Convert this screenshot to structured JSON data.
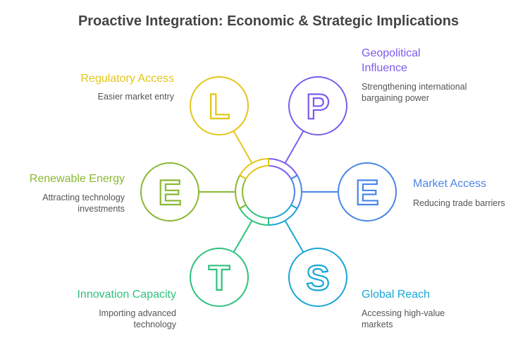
{
  "title": "Proactive Integration: Economic & Strategic Implications",
  "items": [
    {
      "letter": "P",
      "heading": [
        "Geopolitical",
        "Influence"
      ],
      "desc": [
        "Strengthening international",
        "bargaining power"
      ],
      "color": "#7b5cf0"
    },
    {
      "letter": "E",
      "heading": [
        "Market Access"
      ],
      "desc": [
        "Reducing trade barriers"
      ],
      "color": "#4a86e8"
    },
    {
      "letter": "S",
      "heading": [
        "Global Reach"
      ],
      "desc": [
        "Accessing high-value",
        "markets"
      ],
      "color": "#1aa6d6"
    },
    {
      "letter": "T",
      "heading": [
        "Innovation Capacity"
      ],
      "desc": [
        "Importing advanced",
        "technology"
      ],
      "color": "#2ec27e"
    },
    {
      "letter": "E",
      "heading": [
        "Renewable Energy"
      ],
      "desc": [
        "Attracting technology",
        "investments"
      ],
      "color": "#8ab833"
    },
    {
      "letter": "L",
      "heading": [
        "Regulatory Access"
      ],
      "desc": [
        "Easier market entry"
      ],
      "color": "#e3c619"
    }
  ]
}
